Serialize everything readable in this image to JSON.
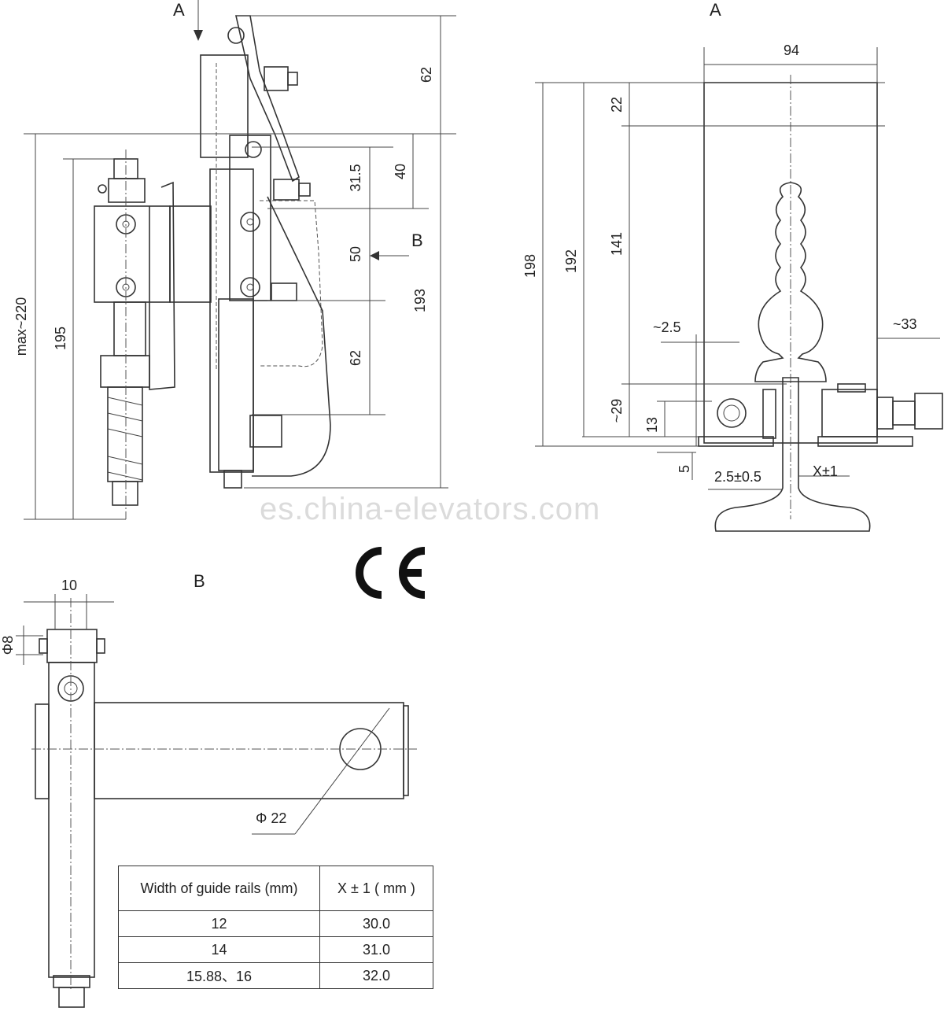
{
  "views": {
    "side_label": "A",
    "front_label": "A",
    "bottom_label": "B",
    "section_arrow_b": "B"
  },
  "side_view_dims": {
    "d62_top": "62",
    "d31_5": "31.5",
    "d40": "40",
    "d50": "50",
    "d62_bottom": "62",
    "d193": "193",
    "d195": "195",
    "dmax220": "max~220"
  },
  "front_view_dims": {
    "d94": "94",
    "d22": "22",
    "d141": "141",
    "d198": "198",
    "d192": "192",
    "d2_5": "~2.5",
    "d33": "~33",
    "d29": "~29",
    "d13": "13",
    "d5": "5",
    "d2_5tol": "2.5±0.5",
    "dX": "X±1"
  },
  "bottom_view_dims": {
    "d10": "10",
    "dphi8": "Φ8",
    "dphi22": "Φ 22"
  },
  "marks": {
    "ce": "CE",
    "watermark": "es.china-elevators.com"
  },
  "table": {
    "header_width": "Width of guide rails (mm)",
    "header_x": "X ± 1 ( mm )",
    "rows": [
      {
        "width": "12",
        "x": "30.0"
      },
      {
        "width": "14",
        "x": "31.0"
      },
      {
        "width": "15.88、16",
        "x": "32.0"
      }
    ]
  }
}
